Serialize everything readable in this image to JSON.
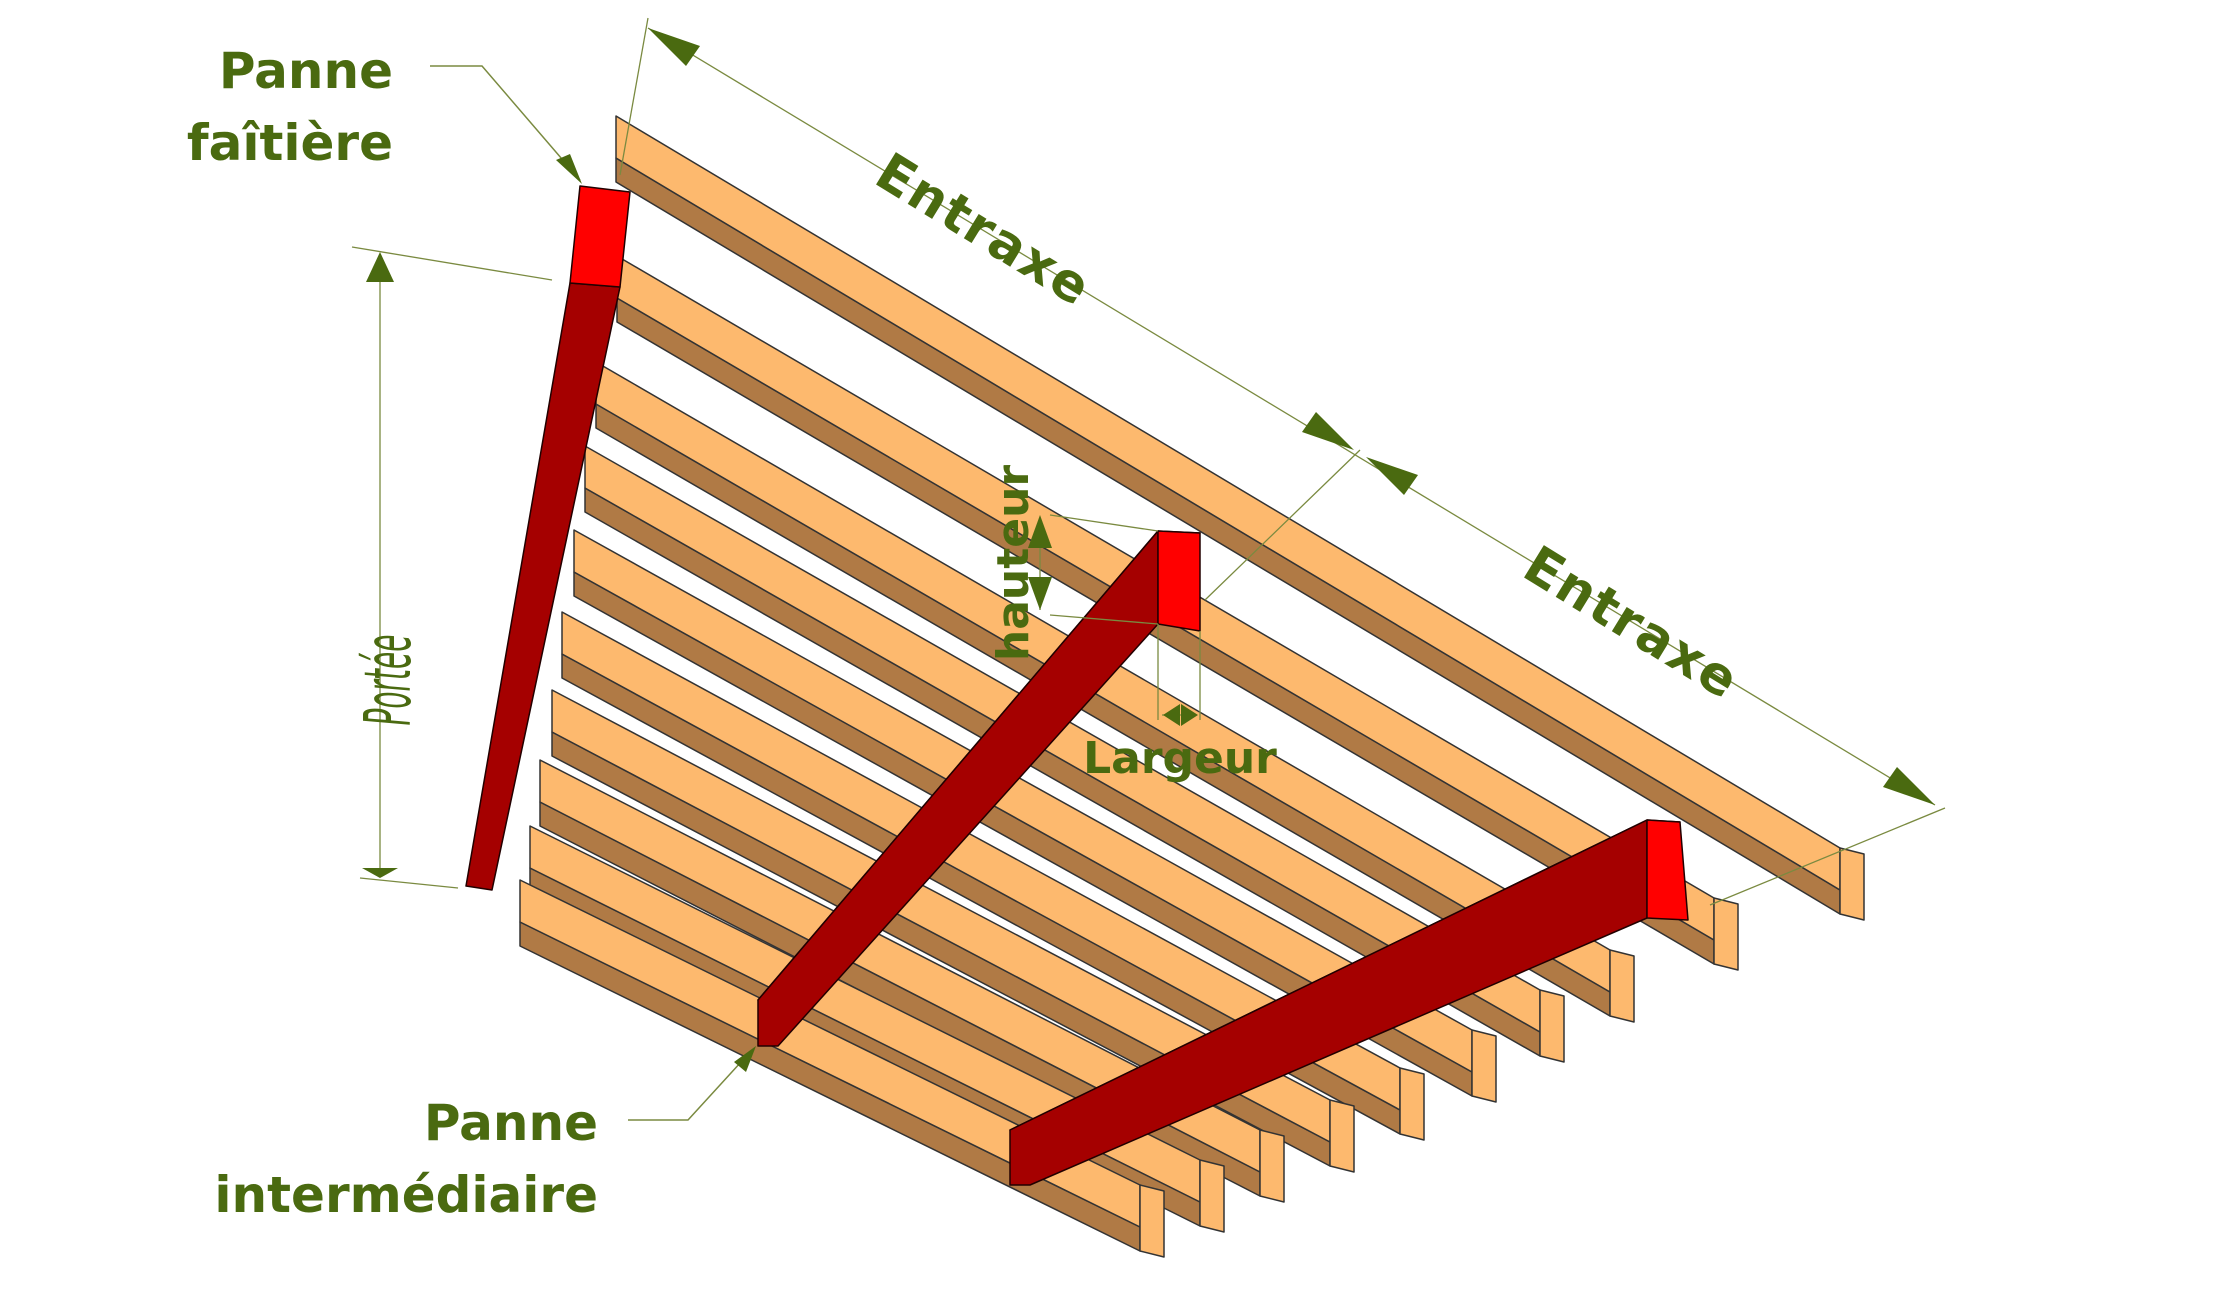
{
  "labels": {
    "ridge_purlin_line1": "Panne",
    "ridge_purlin_line2": "faîtière",
    "intermediate_purlin_line1": "Panne",
    "intermediate_purlin_line2": "intermédiaire",
    "spacing_upper": "Entraxe",
    "spacing_lower": "Entraxe",
    "span": "Portée",
    "height": "hauteur",
    "width": "Largeur"
  },
  "colors": {
    "label_text": "#4a6a10",
    "rafter_top": "#fdb96e",
    "rafter_side": "#b07a45",
    "purlin_end": "#ff0000",
    "purlin_side": "#a50000"
  }
}
